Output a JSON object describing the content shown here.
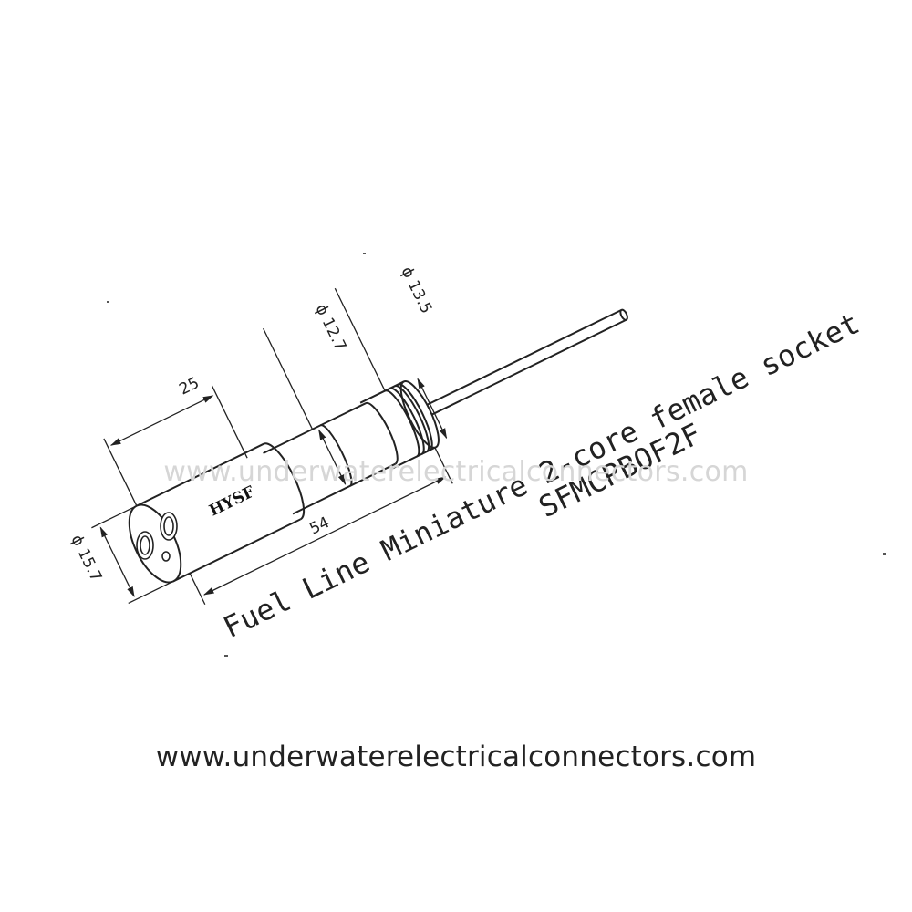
{
  "drawing": {
    "brand_mark": "HYSF",
    "title": "Fuel Line Miniature 2-core female socket",
    "part_number": "SFMCPBOF2F",
    "dimensions": {
      "length_front": "25",
      "length_overall": "54",
      "dia_front": "ϕ 15.7",
      "dia_mid": "ϕ 12.7",
      "dia_rear": "ϕ 13.5"
    }
  },
  "watermark": "www.underwaterelectricalconnectors.com",
  "footer": {
    "url": "www.underwaterelectricalconnectors.com"
  },
  "colors": {
    "line": "#222222",
    "watermark": "#d6d6d6",
    "background": "#ffffff"
  }
}
